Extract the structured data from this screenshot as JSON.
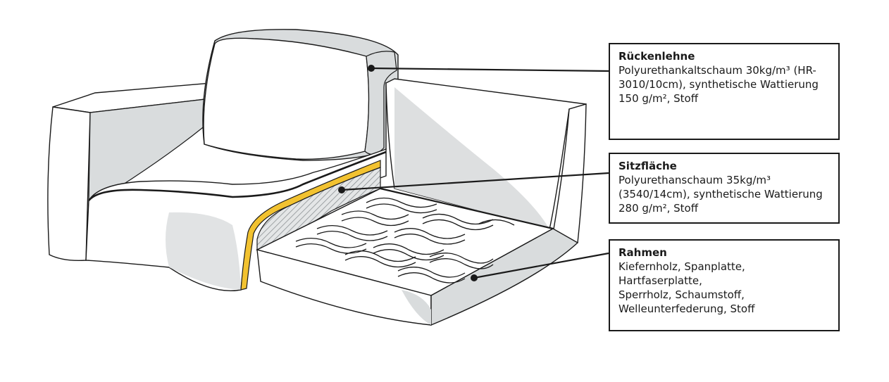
{
  "callouts": {
    "backrest": {
      "title": "Rückenlehne",
      "text": "Polyurethankaltschaum 30kg/m³ (HR-\n3010/10cm), synthetische Wattierung\n150 g/m², Stoff"
    },
    "seat": {
      "title": "Sitzfläche",
      "text": "Polyurethanschaum 35kg/m³\n(3540/14cm), synthetische Wattierung\n280 g/m², Stoff"
    },
    "frame": {
      "title": "Rahmen",
      "text": "Kiefernholz, Spanplatte, Hartfaserplatte,\nSperrholz, Schaumstoff,\nWelleunterfederung, Stoff"
    }
  },
  "colors": {
    "outline": "#1a1a1a",
    "shade": "#d9dcdd",
    "fill": "#ffffff",
    "foam_yellow": "#f2c230"
  }
}
